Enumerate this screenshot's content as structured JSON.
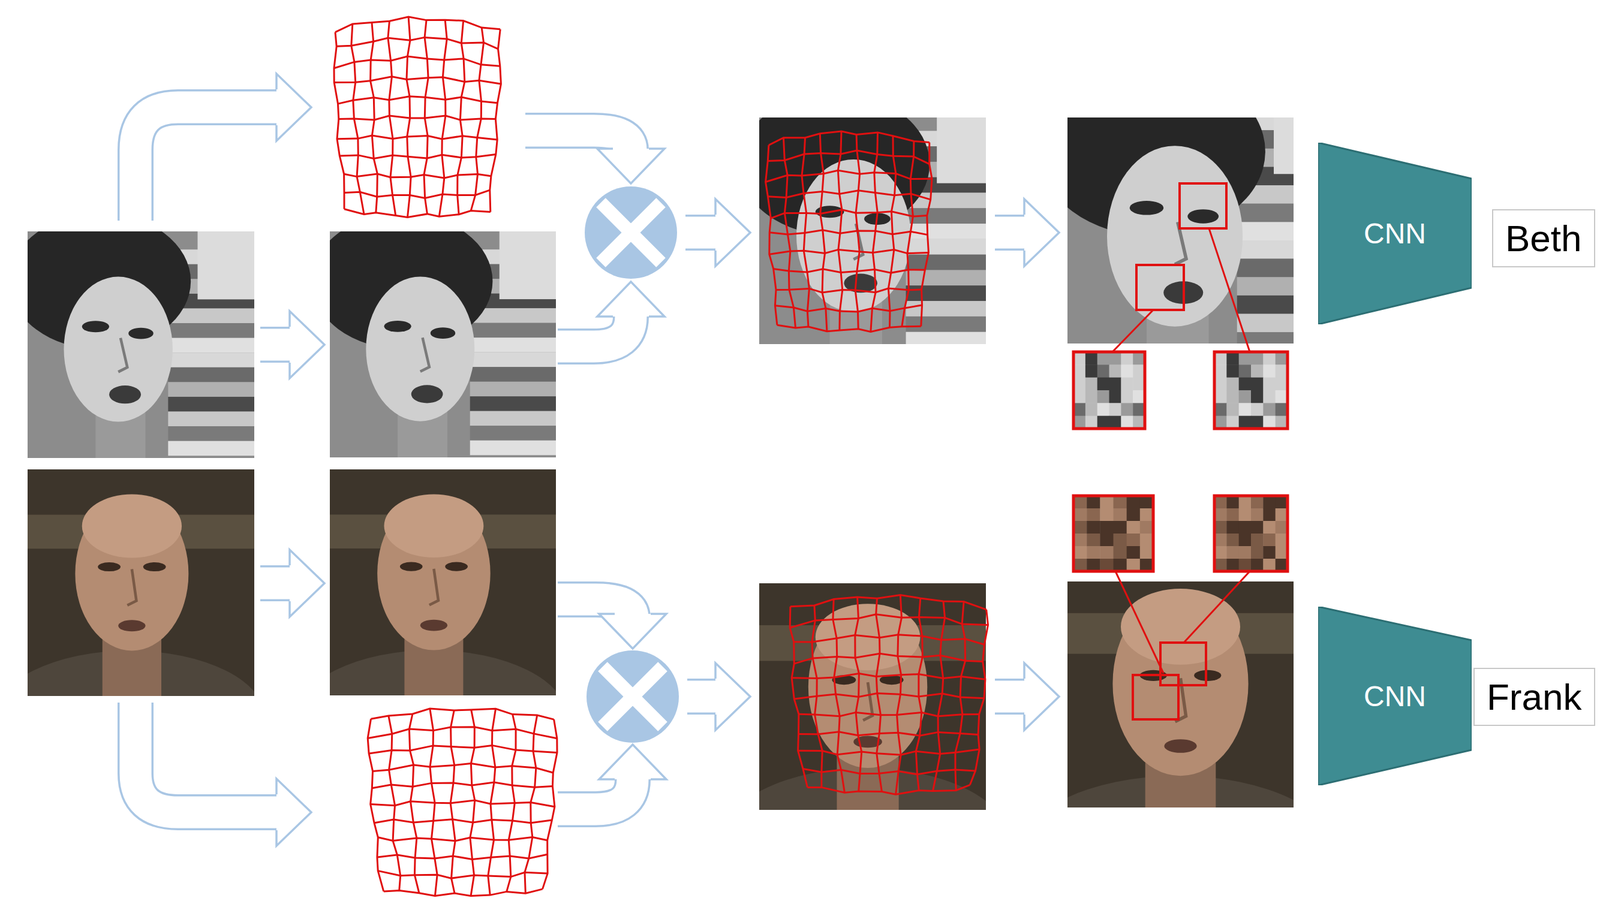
{
  "diagram": {
    "nodes": [
      {
        "text": [
          "CNN"
        ]
      },
      {
        "text": [
          "Beth"
        ]
      },
      {
        "text": [
          "CNN"
        ]
      },
      {
        "text": [
          "Frank"
        ]
      }
    ]
  }
}
